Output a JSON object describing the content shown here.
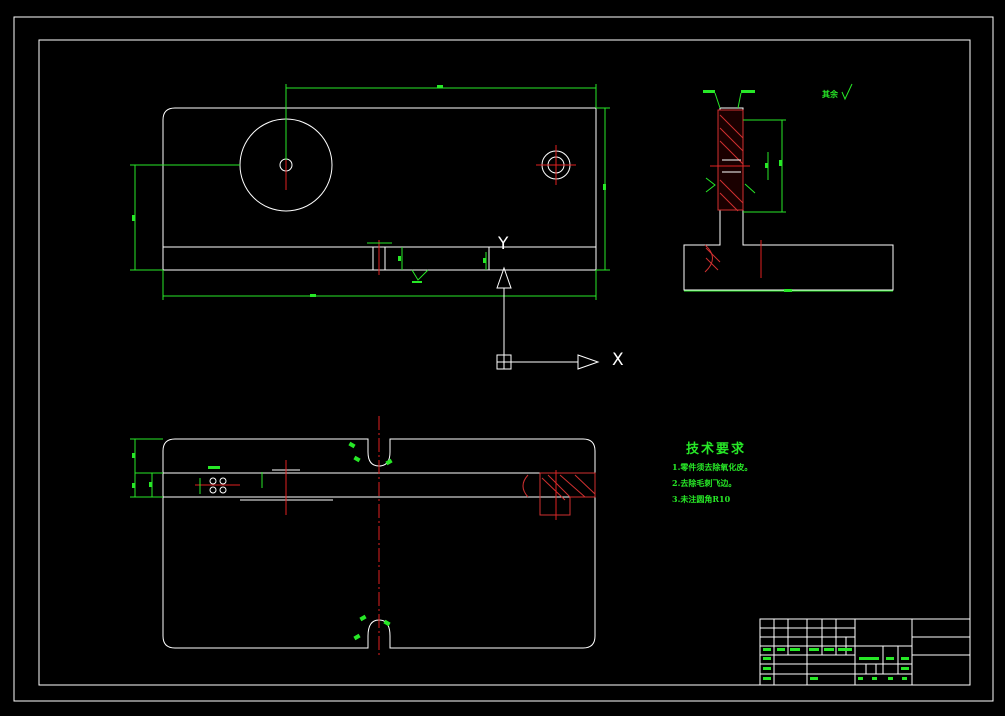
{
  "axes": {
    "y_label": "Y",
    "x_label": "X"
  },
  "technical_requirements": {
    "title": "技术要求",
    "items": [
      "1.零件须去除氧化皮。",
      "2.去除毛刺飞边。",
      "3.未注圆角R10"
    ]
  },
  "roughness_note": "其余",
  "colors": {
    "background": "#000000",
    "outline": "#ffffff",
    "dimension": "#27e827",
    "centerline": "#e02020",
    "hatch": "#d03030"
  }
}
